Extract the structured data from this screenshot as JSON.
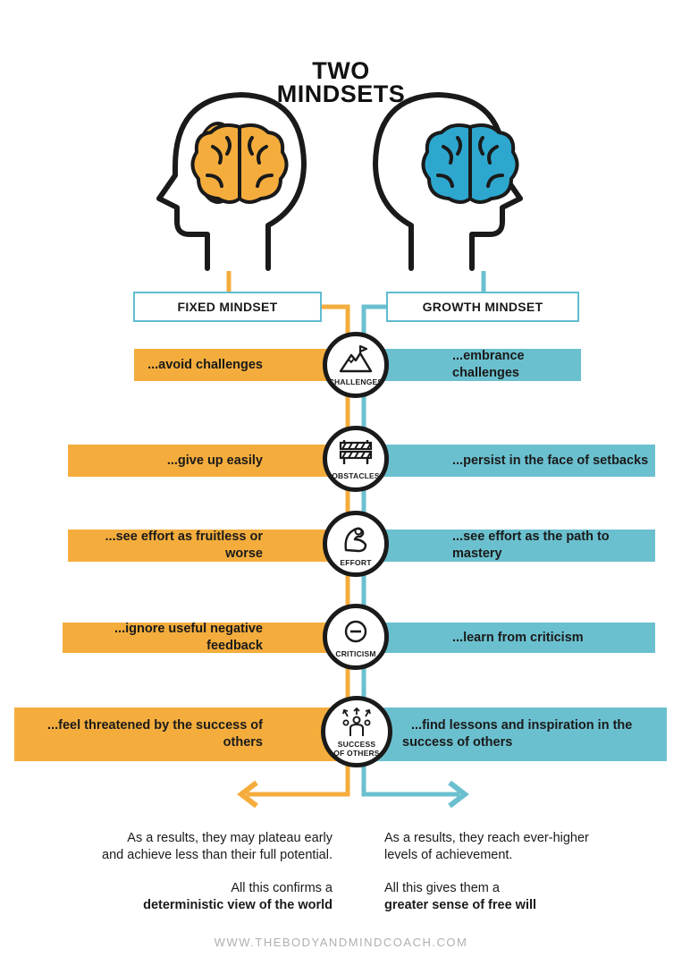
{
  "title": {
    "line1": "TWO",
    "line2": "MINDSETS"
  },
  "colors": {
    "fixed": "#f4ad3d",
    "growth": "#6bc0cf",
    "outline": "#1a1a1a"
  },
  "fixed": {
    "header": "FIXED MINDSET",
    "head_icon": "head-profile-left-icon",
    "brain_icon": "brain-icon"
  },
  "growth": {
    "header": "GROWTH MINDSET",
    "head_icon": "head-profile-right-icon",
    "brain_icon": "brain-icon"
  },
  "rows": [
    {
      "label": "CHALLENGES",
      "icon": "mountain-flag-icon",
      "fixed": "...avoid challenges",
      "growth": "...embrance challenges"
    },
    {
      "label": "OBSTACLES",
      "icon": "barrier-icon",
      "fixed": "...give up easily",
      "growth": "...persist in the face of setbacks"
    },
    {
      "label": "EFFORT",
      "icon": "flexed-arm-icon",
      "fixed": "...see effort as fruitless or worse",
      "growth": "...see effort as the path to mastery"
    },
    {
      "label": "CRITICISM",
      "icon": "minus-circle-icon",
      "fixed": "...ignore useful negative feedback",
      "growth": "...learn from criticism"
    },
    {
      "label_line1": "SUCCESS",
      "label_line2": "OF OTHERS",
      "icon": "people-arrows-icon",
      "fixed": "...feel threatened by the success of others",
      "growth_line1": "...find lessons and inspiration in the",
      "growth_line2": "success of others"
    }
  ],
  "conclusion": {
    "fixed": {
      "result_line1": "As a results, they may plateau early",
      "result_line2": "and achieve less than their full potential.",
      "view_line1": "All this confirms a",
      "view_line2": "deterministic view of the world"
    },
    "growth": {
      "result_line1": "As a results, they reach ever-higher",
      "result_line2": "levels of achievement.",
      "view_line1": "All this gives them a",
      "view_line2": "greater sense of free will"
    }
  },
  "footer": "WWW.THEBODYANDMINDCOACH.COM"
}
